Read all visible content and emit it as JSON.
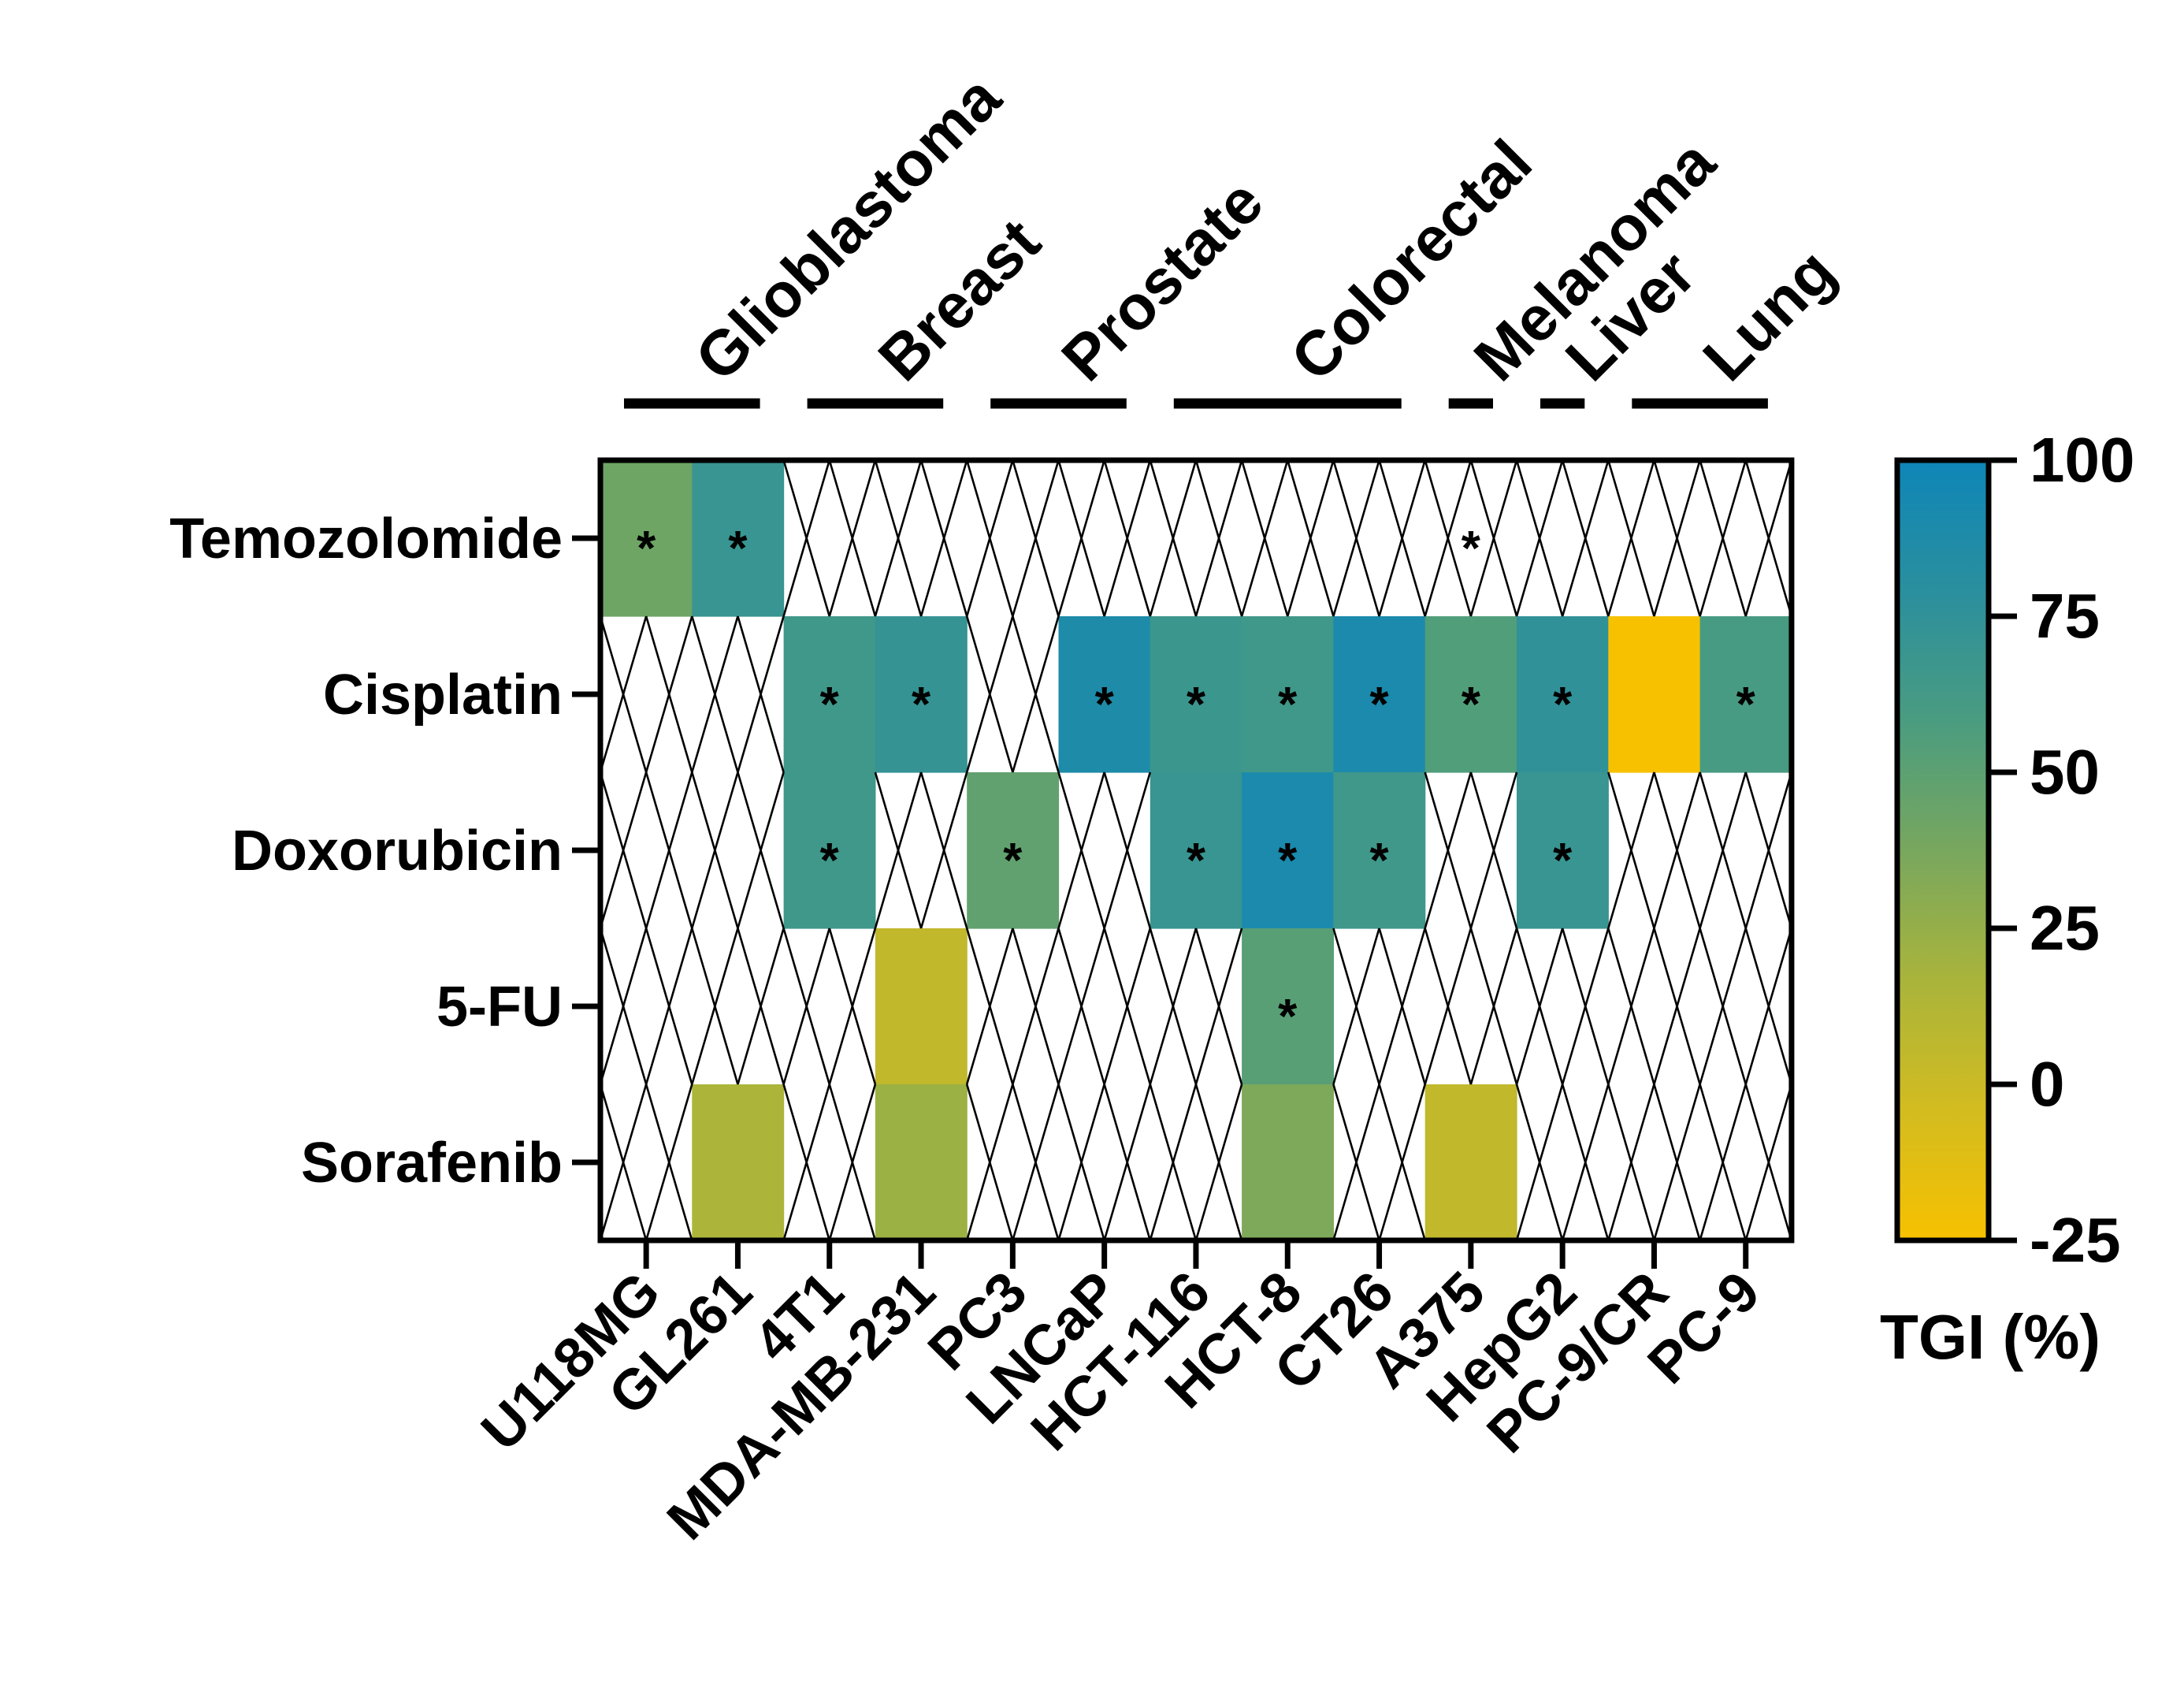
{
  "chart_data": {
    "type": "heatmap",
    "title": "",
    "xlabel": "",
    "ylabel": "",
    "columns": [
      "U118MG",
      "GL261",
      "4T1",
      "MDA-MB-231",
      "PC3",
      "LNCaP",
      "HCT-116",
      "HCT-8",
      "CT26",
      "A375",
      "HepG2",
      "PC-9/CR",
      "PC-9"
    ],
    "rows": [
      "Temozolomide",
      "Cisplatin",
      "Doxorubicin",
      "5-FU",
      "Sorafenib"
    ],
    "groups": [
      {
        "name": "Glioblastoma",
        "start": 0,
        "end": 1
      },
      {
        "name": "Breast",
        "start": 2,
        "end": 3
      },
      {
        "name": "Prostate",
        "start": 4,
        "end": 5
      },
      {
        "name": "Colorectal",
        "start": 6,
        "end": 8
      },
      {
        "name": "Melanoma",
        "start": 9,
        "end": 9
      },
      {
        "name": "Liver",
        "start": 10,
        "end": 10
      },
      {
        "name": "Lung",
        "start": 11,
        "end": 12
      }
    ],
    "values": [
      [
        42,
        70,
        null,
        null,
        null,
        null,
        null,
        null,
        null,
        null,
        null,
        null,
        null
      ],
      [
        null,
        null,
        65,
        72,
        null,
        88,
        68,
        65,
        90,
        55,
        75,
        -25,
        60
      ],
      [
        null,
        null,
        65,
        null,
        48,
        null,
        70,
        90,
        65,
        null,
        70,
        null,
        null
      ],
      [
        null,
        null,
        null,
        5,
        null,
        null,
        null,
        52,
        null,
        null,
        null,
        null,
        null
      ],
      [
        null,
        15,
        null,
        22,
        null,
        null,
        null,
        35,
        null,
        5,
        null,
        null,
        null
      ]
    ],
    "significant": [
      [
        true,
        true,
        false,
        false,
        false,
        false,
        false,
        false,
        false,
        true,
        false,
        false,
        false
      ],
      [
        false,
        false,
        true,
        true,
        false,
        true,
        true,
        true,
        true,
        true,
        true,
        false,
        true
      ],
      [
        false,
        false,
        true,
        false,
        true,
        false,
        true,
        true,
        true,
        false,
        true,
        false,
        false
      ],
      [
        false,
        false,
        false,
        false,
        false,
        false,
        false,
        true,
        false,
        false,
        false,
        false,
        false
      ],
      [
        false,
        false,
        false,
        false,
        false,
        false,
        false,
        false,
        false,
        false,
        false,
        false,
        false
      ]
    ],
    "significance_marker": "*",
    "missing_marker": "crossed cell (not tested)",
    "colorbar": {
      "label": "TGI (%)",
      "ticks": [
        "100",
        "75",
        "50",
        "25",
        "0",
        "-25"
      ],
      "range": [
        -25,
        100
      ],
      "colors": [
        "#F7C100",
        "#D3BC20",
        "#A9B43B",
        "#78A75E",
        "#4A9C80",
        "#2A8F9E",
        "#0E86B8"
      ]
    }
  }
}
